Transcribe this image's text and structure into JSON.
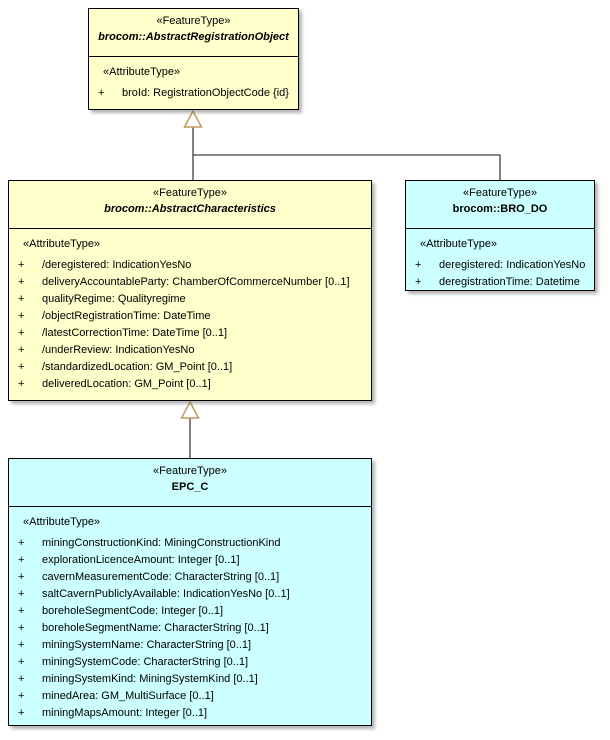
{
  "colors": {
    "abstract_fill": "#ffffcc",
    "concrete_fill": "#ccffff",
    "border": "#000000",
    "connector_line": "#404040",
    "arrowhead_outline": "#c49a62"
  },
  "boxes": [
    {
      "stereotype": "«FeatureType»",
      "name": "brocom::AbstractRegistrationObject",
      "attr_header": "«AttributeType»",
      "attributes": [
        {
          "vis": "+",
          "text": "broId: RegistrationObjectCode {id}"
        }
      ]
    },
    {
      "stereotype": "«FeatureType»",
      "name": "brocom::AbstractCharacteristics",
      "attr_header": "«AttributeType»",
      "attributes": [
        {
          "vis": "+",
          "text": "/deregistered: IndicationYesNo"
        },
        {
          "vis": "+",
          "text": "deliveryAccountableParty: ChamberOfCommerceNumber [0..1]"
        },
        {
          "vis": "+",
          "text": "qualityRegime: Qualityregime"
        },
        {
          "vis": "+",
          "text": "/objectRegistrationTime: DateTime"
        },
        {
          "vis": "+",
          "text": "/latestCorrectionTime: DateTime [0..1]"
        },
        {
          "vis": "+",
          "text": "/underReview: IndicationYesNo"
        },
        {
          "vis": "+",
          "text": "/standardizedLocation: GM_Point [0..1]"
        },
        {
          "vis": "+",
          "text": "deliveredLocation: GM_Point [0..1]"
        }
      ]
    },
    {
      "stereotype": "«FeatureType»",
      "name": "brocom::BRO_DO",
      "attr_header": "«AttributeType»",
      "attributes": [
        {
          "vis": "+",
          "text": "deregistered: IndicationYesNo"
        },
        {
          "vis": "+",
          "text": "deregistrationTime: Datetime"
        }
      ]
    },
    {
      "stereotype": "«FeatureType»",
      "name": "EPC_C",
      "attr_header": "«AttributeType»",
      "attributes": [
        {
          "vis": "+",
          "text": "miningConstructionKind: MiningConstructionKind"
        },
        {
          "vis": "+",
          "text": "explorationLicenceAmount: Integer [0..1]"
        },
        {
          "vis": "+",
          "text": "cavernMeasurementCode: CharacterString [0..1]"
        },
        {
          "vis": "+",
          "text": "saltCavernPubliclyAvailable: IndicationYesNo [0..1]"
        },
        {
          "vis": "+",
          "text": "boreholeSegmentCode: Integer [0..1]"
        },
        {
          "vis": "+",
          "text": "boreholeSegmentName: CharacterString [0..1]"
        },
        {
          "vis": "+",
          "text": "miningSystemName: CharacterString [0..1]"
        },
        {
          "vis": "+",
          "text": "miningSystemCode: CharacterString [0..1]"
        },
        {
          "vis": "+",
          "text": "miningSystemKind: MiningSystemKind [0..1]"
        },
        {
          "vis": "+",
          "text": "minedArea: GM_MultiSurface [0..1]"
        },
        {
          "vis": "+",
          "text": "miningMapsAmount: Integer [0..1]"
        }
      ]
    }
  ],
  "connectors": [
    {
      "type": "generalization",
      "from": "brocom::AbstractCharacteristics",
      "to": "brocom::AbstractRegistrationObject"
    },
    {
      "type": "generalization",
      "from": "brocom::BRO_DO",
      "to": "brocom::AbstractRegistrationObject"
    },
    {
      "type": "generalization",
      "from": "EPC_C",
      "to": "brocom::AbstractCharacteristics"
    }
  ]
}
